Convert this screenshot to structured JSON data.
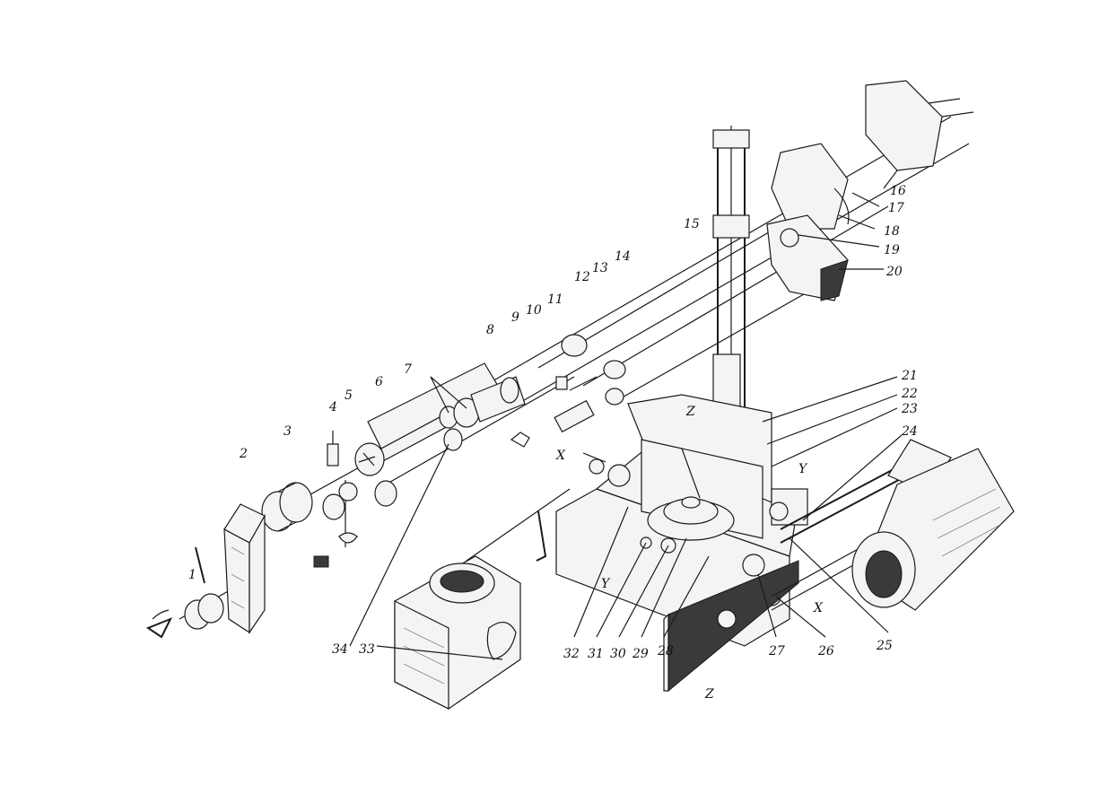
{
  "diagram": {
    "labels": [
      "1",
      "2",
      "3",
      "4",
      "5",
      "6",
      "7",
      "8",
      "9",
      "10",
      "11",
      "12",
      "13",
      "14",
      "15",
      "16",
      "17",
      "18",
      "19",
      "20",
      "21",
      "22",
      "23",
      "24",
      "25",
      "26",
      "27",
      "28",
      "29",
      "30",
      "31",
      "32",
      "33",
      "34"
    ],
    "axis_labels": {
      "x1": "X",
      "x2": "X",
      "y1": "Y",
      "y2": "Y",
      "z1": "Z",
      "z2": "Z"
    }
  }
}
